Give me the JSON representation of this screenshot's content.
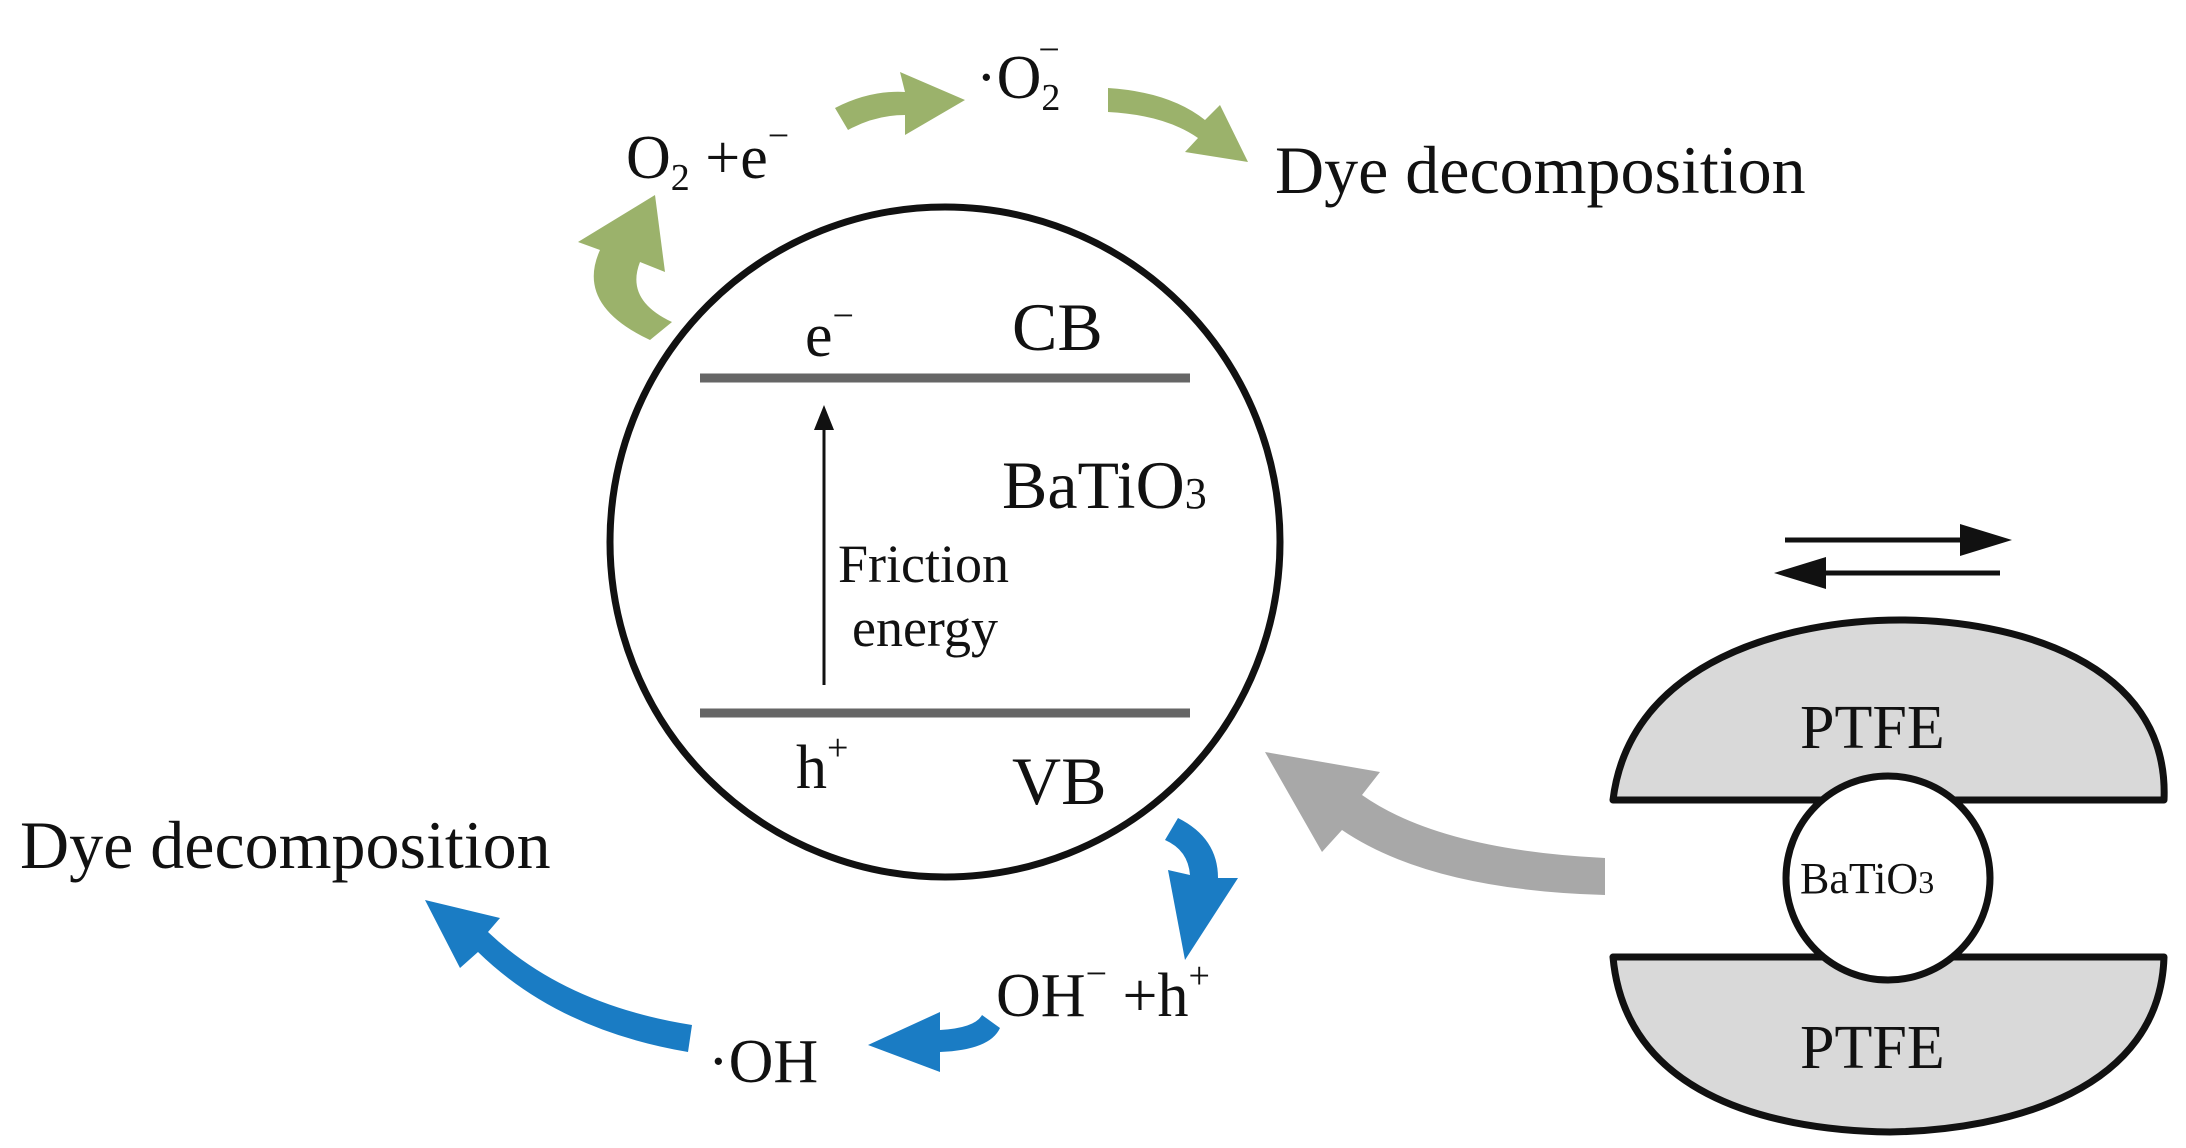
{
  "particle": {
    "cb_label": "CB",
    "vb_label": "VB",
    "electron": "e",
    "electron_sup": "−",
    "hole": "h",
    "hole_sup": "+",
    "material_prefix": "BaTiO",
    "material_sub": "3",
    "energy_line1": "Friction",
    "energy_line2": "energy"
  },
  "oxidation_path": {
    "reactant_o": "O",
    "reactant_sub": "2",
    "reactant_rest": " +e",
    "reactant_sup": "−",
    "radical_prefix": "·O",
    "radical_sub": "2",
    "radical_sup": "−",
    "result": "Dye decomposition"
  },
  "hydroxyl_path": {
    "reactant_main": "OH",
    "reactant_sup1": "−",
    "reactant_rest": " +h",
    "reactant_sup2": "+",
    "radical": "·OH",
    "result": "Dye decomposition"
  },
  "friction_setup": {
    "top_label": "PTFE",
    "bottom_label": "PTFE",
    "center_prefix": "BaTiO",
    "center_sub": "3"
  },
  "colors": {
    "green_arrow": "#9bb26b",
    "blue_arrow": "#1a7cc4",
    "gray_arrow": "#a8a8a8",
    "band_line": "#666666",
    "ptfe_fill": "#d9d9d9",
    "outline": "#111111"
  }
}
